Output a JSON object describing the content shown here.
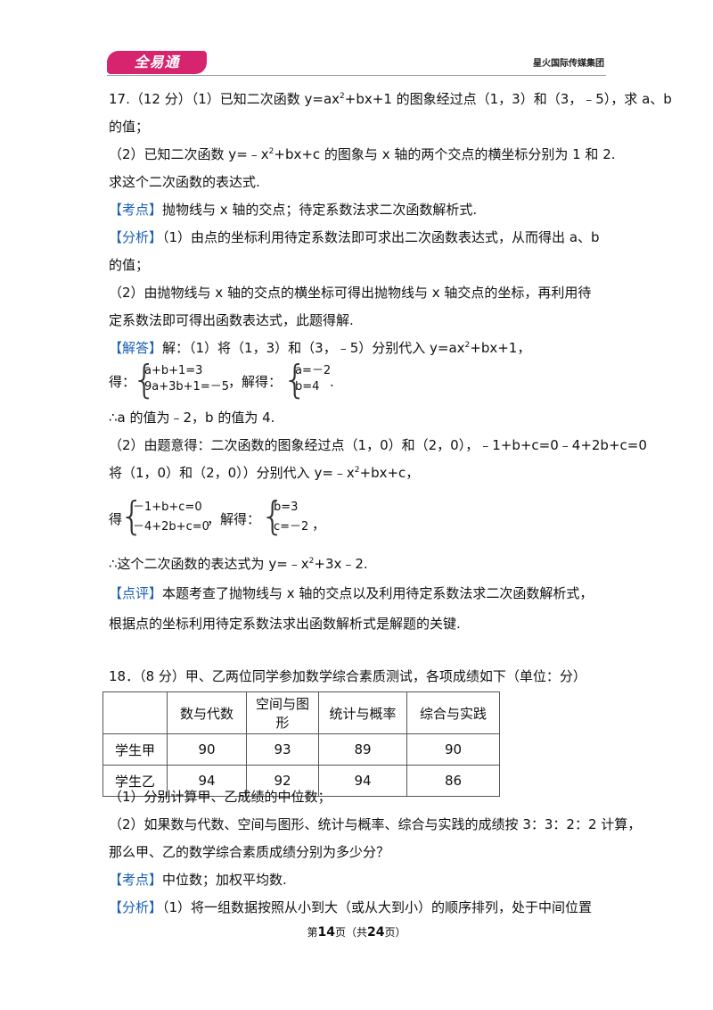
{
  "header": {
    "logo": "全易通",
    "publisher": "星火国际传媒集团"
  },
  "q17": {
    "l1": "17.（12 分）（1）已知二次函数 y=ax",
    "l1_sup": "2",
    "l1_tail": "+bx+1 的图象经过点（1，3）和（3，﹣5），求 a、b",
    "l2": "的值；",
    "l3": "（2）已知二次函数 y=﹣x",
    "l3_sup": "2",
    "l3_tail": "+bx+c 的图象与 x 轴的两个交点的横坐标分别为 1 和 2.",
    "l4": "求这个二次函数的表达式.",
    "kaodian_tag": "【考点】",
    "kaodian": "抛物线与 x 轴的交点；待定系数法求二次函数解析式.",
    "fenxi_tag": "【分析】",
    "fenxi1": "（1）由点的坐标利用待定系数法即可求出二次函数表达式，从而得出 a、b",
    "fenxi2": "的值；",
    "fenxi3": "（2）由抛物线与 x 轴的交点的横坐标可得出抛物线与 x 轴交点的坐标，再利用待",
    "fenxi4": "定系数法即可得出函数表达式，此题得解.",
    "jieda_tag": "【解答】",
    "jieda1": "解：（1）将（1，3）和（3，﹣5）分别代入 y=ax",
    "jieda1_sup": "2",
    "jieda1_tail": "+bx+1，",
    "de": "得：",
    "sys1_a": "a+b+1=3",
    "sys1_b": "9a+3b+1=－5",
    "jiede": "，解得：",
    "sol1_a": "a=－2",
    "sol1_b": "b=4",
    "period": ".",
    "concl1": "∴a 的值为﹣2，b 的值为 4.",
    "part2_1": "（2）由题意得：二次函数的图象经过点（1，0）和（2，0），﹣1+b+c=0﹣4+2b+c=0",
    "part2_2": "将（1，0）和（2，0））分别代入 y=﹣x",
    "part2_2_sup": "2",
    "part2_2_tail": "+bx+c，",
    "de2": "得",
    "sys2_a": "－1+b+c=0",
    "sys2_b": "－4+2b+c=0",
    "jiede2": "，解得：",
    "sol2_a": "b=3",
    "sol2_b": "c=－2",
    "comma": "，",
    "concl2": "∴这个二次函数的表达式为 y=﹣x",
    "concl2_sup": "2",
    "concl2_tail": "+3x﹣2.",
    "dianping_tag": "【点评】",
    "dianping1": "本题考查了抛物线与 x 轴的交点以及利用待定系数法求二次函数解析式，",
    "dianping2": "根据点的坐标利用待定系数法求出函数解析式是解题的关键."
  },
  "q18": {
    "title": "18．（8 分）甲、乙两位同学参加数学综合素质测试，各项成绩如下（单位：分）",
    "table": {
      "headers": [
        "",
        "数与代数",
        "空间与图形",
        "统计与概率",
        "综合与实践"
      ],
      "rows": [
        [
          "学生甲",
          "90",
          "93",
          "89",
          "90"
        ],
        [
          "学生乙",
          "94",
          "92",
          "94",
          "86"
        ]
      ]
    },
    "q1": "（1）分别计算甲、乙成绩的中位数；",
    "q2": "（2）如果数与代数、空间与图形、统计与概率、综合与实践的成绩按 3：3：2：2 计算，",
    "q2b": "那么甲、乙的数学综合素质成绩分别为多少分？",
    "kaodian_tag": "【考点】",
    "kaodian": "中位数；加权平均数.",
    "fenxi_tag": "【分析】",
    "fenxi1": "（1）将一组数据按照从小到大（或从大到小）的顺序排列，处于中间位置"
  },
  "footer": {
    "pre": "第",
    "page": "14",
    "mid": "页（共",
    "total": "24",
    "post": "页）"
  }
}
